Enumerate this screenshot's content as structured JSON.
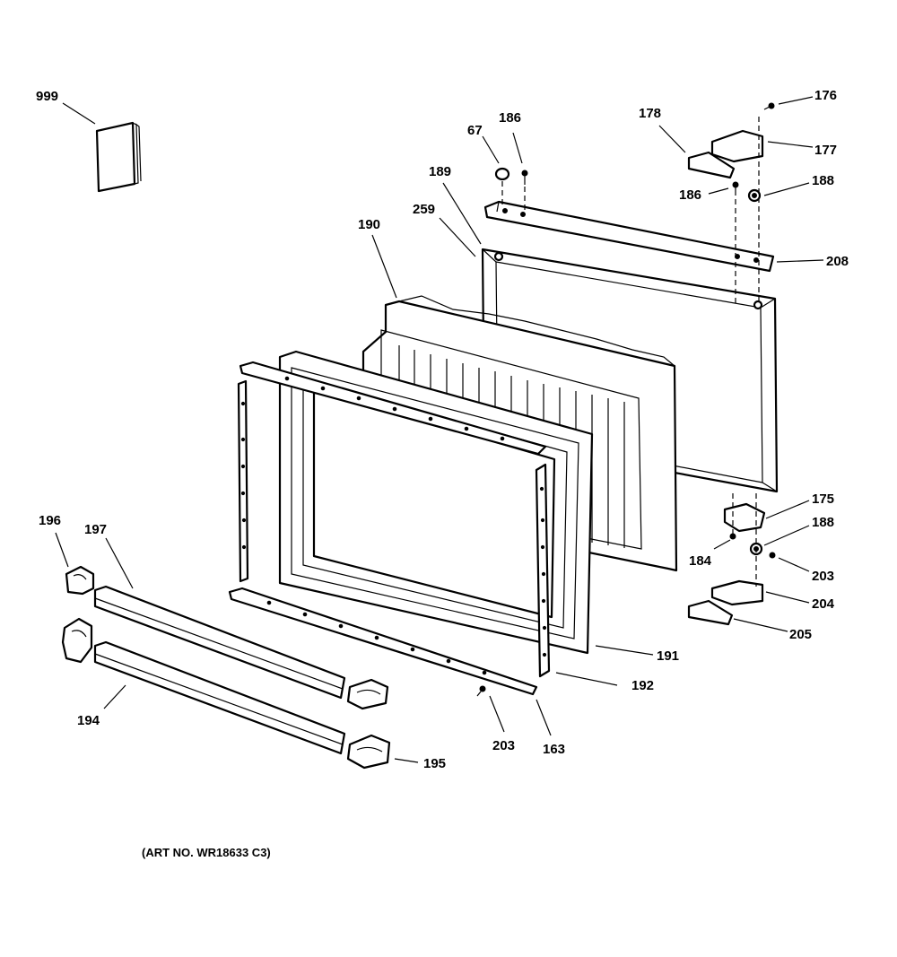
{
  "diagram": {
    "art_number": "(ART NO. WR18633 C3)",
    "callouts": [
      {
        "id": "c999",
        "label": "999"
      },
      {
        "id": "c67",
        "label": "67"
      },
      {
        "id": "c186a",
        "label": "186"
      },
      {
        "id": "c178",
        "label": "178"
      },
      {
        "id": "c176",
        "label": "176"
      },
      {
        "id": "c177",
        "label": "177"
      },
      {
        "id": "c186b",
        "label": "186"
      },
      {
        "id": "c188a",
        "label": "188"
      },
      {
        "id": "c189",
        "label": "189"
      },
      {
        "id": "c259",
        "label": "259"
      },
      {
        "id": "c190",
        "label": "190"
      },
      {
        "id": "c208",
        "label": "208"
      },
      {
        "id": "c175",
        "label": "175"
      },
      {
        "id": "c188b",
        "label": "188"
      },
      {
        "id": "c184",
        "label": "184"
      },
      {
        "id": "c203a",
        "label": "203"
      },
      {
        "id": "c204",
        "label": "204"
      },
      {
        "id": "c205",
        "label": "205"
      },
      {
        "id": "c191",
        "label": "191"
      },
      {
        "id": "c192",
        "label": "192"
      },
      {
        "id": "c196",
        "label": "196"
      },
      {
        "id": "c197",
        "label": "197"
      },
      {
        "id": "c194",
        "label": "194"
      },
      {
        "id": "c203b",
        "label": "203"
      },
      {
        "id": "c163",
        "label": "163"
      },
      {
        "id": "c195",
        "label": "195"
      }
    ]
  }
}
